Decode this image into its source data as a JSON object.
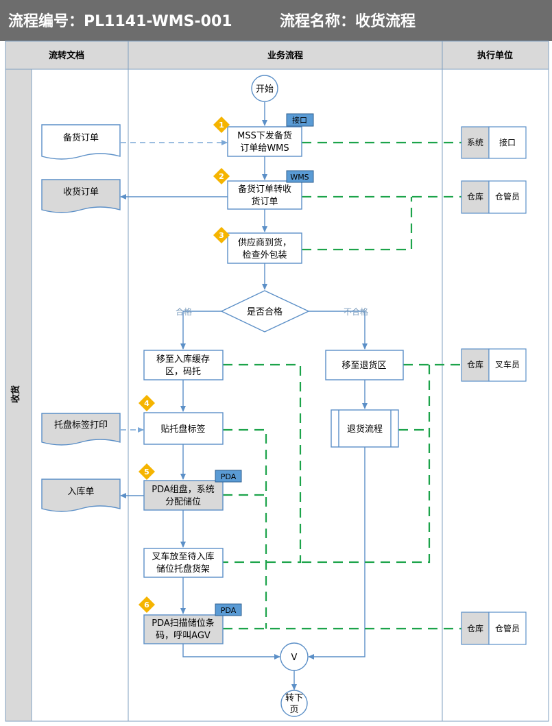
{
  "header": {
    "process_no": "流程编号：PL1141-WMS-001",
    "process_name": "流程名称：收货流程"
  },
  "columns": {
    "docs": "流转文档",
    "flow": "业务流程",
    "unit": "执行单位"
  },
  "lane_label": "收货",
  "nodes": {
    "start": "开始",
    "step1": [
      "MSS下发备货",
      "订单给WMS"
    ],
    "step2": [
      "备货订单转收",
      "货订单"
    ],
    "step3": [
      "供应商到货，",
      "检查外包装"
    ],
    "decision": "是否合格",
    "pass": "合格",
    "fail": "不合格",
    "buffer": [
      "移至入库缓存",
      "区，码托"
    ],
    "return_area": "移至退货区",
    "label": "贴托盘标签",
    "return_flow": "退货流程",
    "pda_group": [
      "PDA组盘，系统",
      "分配储位"
    ],
    "forklift": [
      "叉车放至待入库",
      "储位托盘货架"
    ],
    "pda_scan": [
      "PDA扫描储位条",
      "码，呼叫AGV"
    ],
    "connector": "V",
    "next_page": [
      "转下",
      "页"
    ]
  },
  "tags": {
    "step1": "接口",
    "step2": "WMS",
    "pda_group": "PDA",
    "pda_scan": "PDA"
  },
  "badges": [
    "1",
    "2",
    "3",
    "4",
    "5",
    "6"
  ],
  "documents": {
    "order": "备货订单",
    "receipt": "收货订单",
    "pallet_print": "托盘标签打印",
    "inbound": "入库单"
  },
  "units": {
    "u1": {
      "org": "系统",
      "role": "接口"
    },
    "u2": {
      "org": "仓库",
      "role": "仓管员"
    },
    "u3": {
      "org": "仓库",
      "role": "叉车员"
    },
    "u4": {
      "org": "仓库",
      "role": "仓管员"
    }
  },
  "colors": {
    "title_bar": "#6d6d6d",
    "header_fill": "#d9d9d9",
    "flow_line": "#5b8fc7",
    "green_link": "#1ca34a",
    "badge": "#f5b400",
    "tag_fill": "#5a9bd5",
    "gray_box": "#d9d9d9"
  }
}
